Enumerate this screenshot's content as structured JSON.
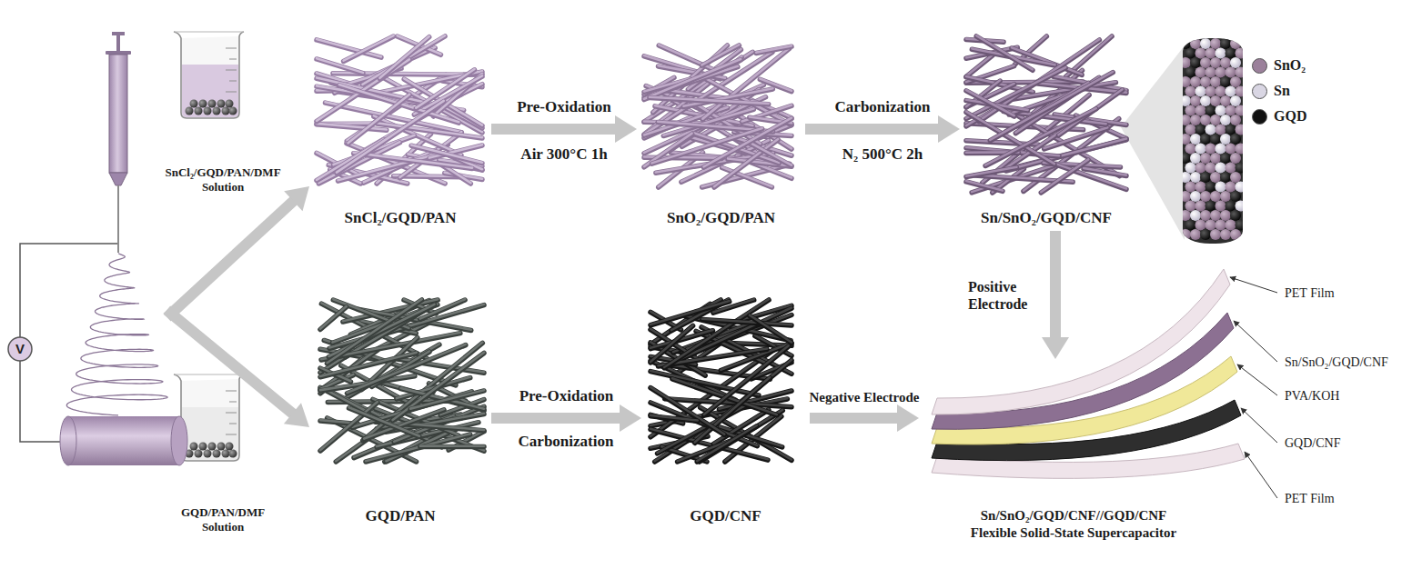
{
  "diagram": {
    "nodes": [
      {
        "text": [
          "SnCl₂/GQD/PAN/DMF Solution"
        ]
      },
      {
        "text": [
          "V"
        ]
      },
      {
        "text": [
          "SnCl₂/GQD/PAN"
        ]
      },
      {
        "text": [
          "SnO₂/GQD/PAN"
        ]
      },
      {
        "text": [
          "Sn/SnO₂/GQD/CNF"
        ]
      },
      {
        "text": [
          "GQD/PAN/DMF Solution"
        ]
      },
      {
        "text": [
          "GQD/PAN"
        ]
      },
      {
        "text": [
          "GQD/CNF"
        ]
      },
      {
        "text": [
          "Sn/SnO₂/GQD/CNF//GQD/CNF",
          "Flexible Solid-State Supercapacitor"
        ]
      }
    ],
    "edges": [
      {
        "from": 1,
        "to": 2,
        "arrow": "to"
      },
      {
        "from": 1,
        "to": 6,
        "arrow": "to"
      },
      {
        "from": 2,
        "to": 3,
        "label": "Pre-Oxidation",
        "arrow": "to"
      },
      {
        "from": 3,
        "to": 4,
        "label": "Carbonization",
        "arrow": "to"
      },
      {
        "from": 4,
        "to": 8,
        "label": "Positive Electrode",
        "arrow": "to"
      },
      {
        "from": 6,
        "to": 7,
        "label": "Pre-Oxidation",
        "arrow": "to"
      },
      {
        "from": 7,
        "to": 8,
        "label": "Negative Electrode",
        "arrow": "to"
      }
    ],
    "labels": [
      "Air 300°C 1h",
      "N₂ 500°C 2h",
      "Carbonization",
      "PET Film",
      "Sn/SnO₂/GQD/CNF",
      "PVA/KOH",
      "GQD/CNF",
      "PET Film"
    ],
    "legend": [
      {
        "text": "SnO₂",
        "color": "#9b809b"
      },
      {
        "text": "Sn",
        "color": "#d9d6e3"
      },
      {
        "text": "GQD",
        "color": "#111111"
      }
    ]
  }
}
